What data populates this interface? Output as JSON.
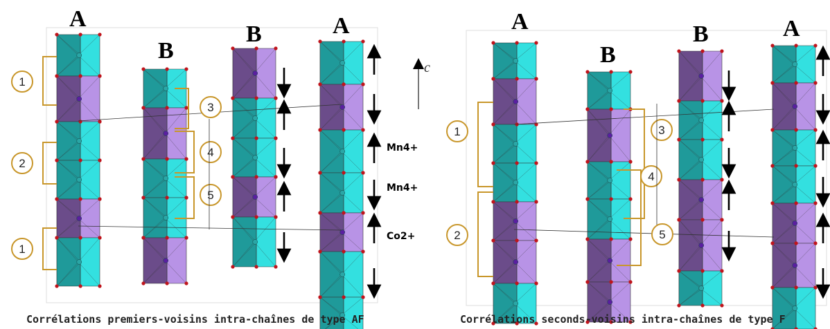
{
  "panels": [
    {
      "caption": "Corrélations premiers-voisins intra-chaînes de type AF",
      "chain_labels": [
        "A",
        "B",
        "B",
        "A"
      ],
      "correlations": [
        "1",
        "2",
        "1",
        "3",
        "4",
        "5"
      ],
      "axis_label": "c",
      "ion_labels": [
        "Mn4+",
        "Mn4+",
        "Co2+"
      ]
    },
    {
      "caption": "Corrélations seconds-voisins intra-chaînes de type F",
      "chain_labels": [
        "A",
        "B",
        "B",
        "A"
      ],
      "correlations": [
        "1",
        "2",
        "3",
        "4",
        "5"
      ]
    }
  ],
  "colors": {
    "teal": "#1f9a9a",
    "cyan": "#33e0e0",
    "purple": "#6b4c8a",
    "lilac": "#b893e6",
    "bracket": "#c8962a",
    "vertex": "#c0141c"
  }
}
